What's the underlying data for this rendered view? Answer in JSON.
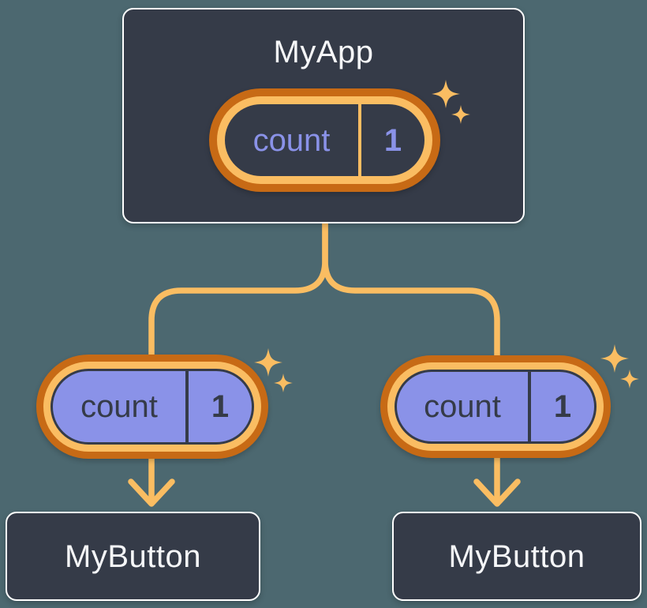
{
  "diagram": {
    "root": {
      "title": "MyApp",
      "state": {
        "name": "count",
        "value": "1"
      }
    },
    "children": [
      {
        "title": "MyButton",
        "prop": {
          "name": "count",
          "value": "1"
        }
      },
      {
        "title": "MyButton",
        "prop": {
          "name": "count",
          "value": "1"
        }
      }
    ]
  },
  "icons": {
    "sparkle": "sparkle-icon",
    "arrow": "arrow-down-icon"
  },
  "colors": {
    "background": "#4C6870",
    "box_fill": "#353B48",
    "box_border": "#FFFFFF",
    "ring_outer": "#C76A15",
    "ring_inner": "#FABD62",
    "connector": "#FABD62",
    "pill_fill": "#8A92E8",
    "state_text": "#8A92E8",
    "prop_text": "#353B48",
    "title_text": "#F6F7F9"
  }
}
